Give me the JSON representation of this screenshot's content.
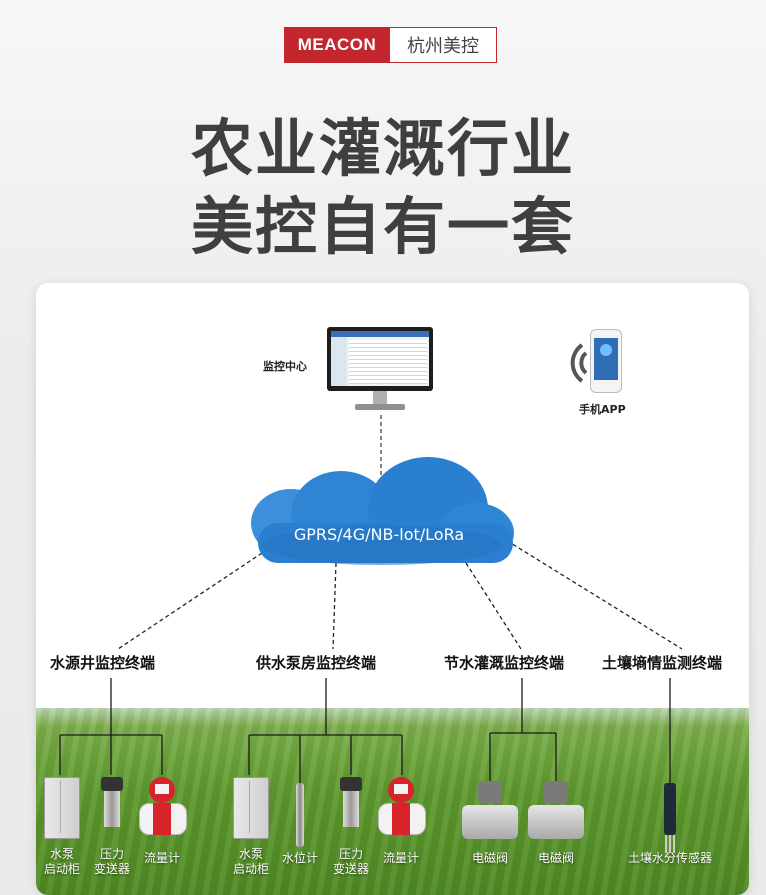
{
  "logo": {
    "brand": "MEACON",
    "name": "杭州美控"
  },
  "headline": {
    "line1": "农业灌溉行业",
    "line2": "美控自有一套"
  },
  "diagram": {
    "monitor_label": "监控中心",
    "app_label": "手机APP",
    "network_label": "GPRS/4G/NB-lot/LoRa",
    "terminals": [
      "水源井监控终端",
      "供水泵房监控终端",
      "节水灌溉监控终端",
      "土壤墒情监测终端"
    ],
    "devices": {
      "pump_cabinet_1": [
        "水泵",
        "启动柜"
      ],
      "pressure_1": [
        "压力",
        "变送器"
      ],
      "flowmeter_1": "流量计",
      "pump_cabinet_2": [
        "水泵",
        "启动柜"
      ],
      "level_meter": "水位计",
      "pressure_2": [
        "压力",
        "变送器"
      ],
      "flowmeter_2": "流量计",
      "valve_1": "电磁阀",
      "valve_2": "电磁阀",
      "soil_sensor": "土壤水分传感器"
    }
  },
  "colors": {
    "brand_red": "#c4262e",
    "cloud_blue": "#2b7fd0",
    "headline": "#3f3f3f"
  }
}
